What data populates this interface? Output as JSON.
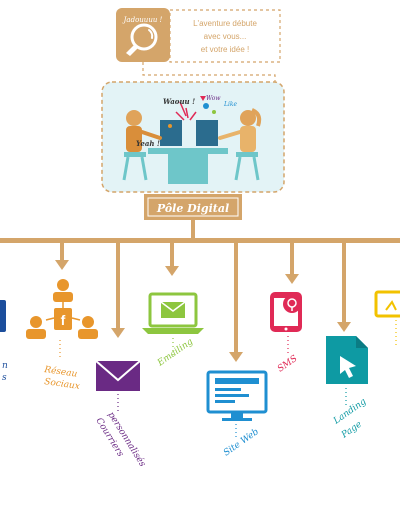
{
  "header": {
    "bulb_caption": "Jadouuuu !",
    "intro_lines": [
      "L'aventure débute",
      "avec vous...",
      "et votre idée !"
    ]
  },
  "hub": {
    "speech": [
      "Waouu !",
      "Yeah !",
      "Wow",
      "Like"
    ],
    "label": "Pôle Digital"
  },
  "colors": {
    "trunk": "#D4A56A",
    "orange": "#E8962C",
    "purple": "#6A2A84",
    "green": "#8DC63F",
    "blue": "#1F8FD1",
    "red": "#E02A56",
    "teal": "#0E9AA3",
    "yellow": "#F2C200",
    "dark_blue": "#1C4E9C"
  },
  "branches": [
    {
      "id": "partial-left",
      "label": [
        "n",
        "s"
      ],
      "icon": "partial-blue-device-icon"
    },
    {
      "id": "reseaux-sociaux",
      "label": [
        "Réseau",
        "Sociaux"
      ],
      "icon": "social-network-icon"
    },
    {
      "id": "courriers",
      "label": [
        "Courriers",
        "personnalisés"
      ],
      "icon": "envelope-icon"
    },
    {
      "id": "emailing",
      "label": [
        "Emailing"
      ],
      "icon": "laptop-mail-icon"
    },
    {
      "id": "site-web",
      "label": [
        "Site Web"
      ],
      "icon": "monitor-web-icon"
    },
    {
      "id": "sms",
      "label": [
        "SMS"
      ],
      "icon": "phone-sms-icon"
    },
    {
      "id": "landing-page",
      "label": [
        "Landing",
        "Page"
      ],
      "icon": "landing-page-icon"
    },
    {
      "id": "partial-right",
      "label": [],
      "icon": "partial-yellow-device-icon"
    }
  ]
}
